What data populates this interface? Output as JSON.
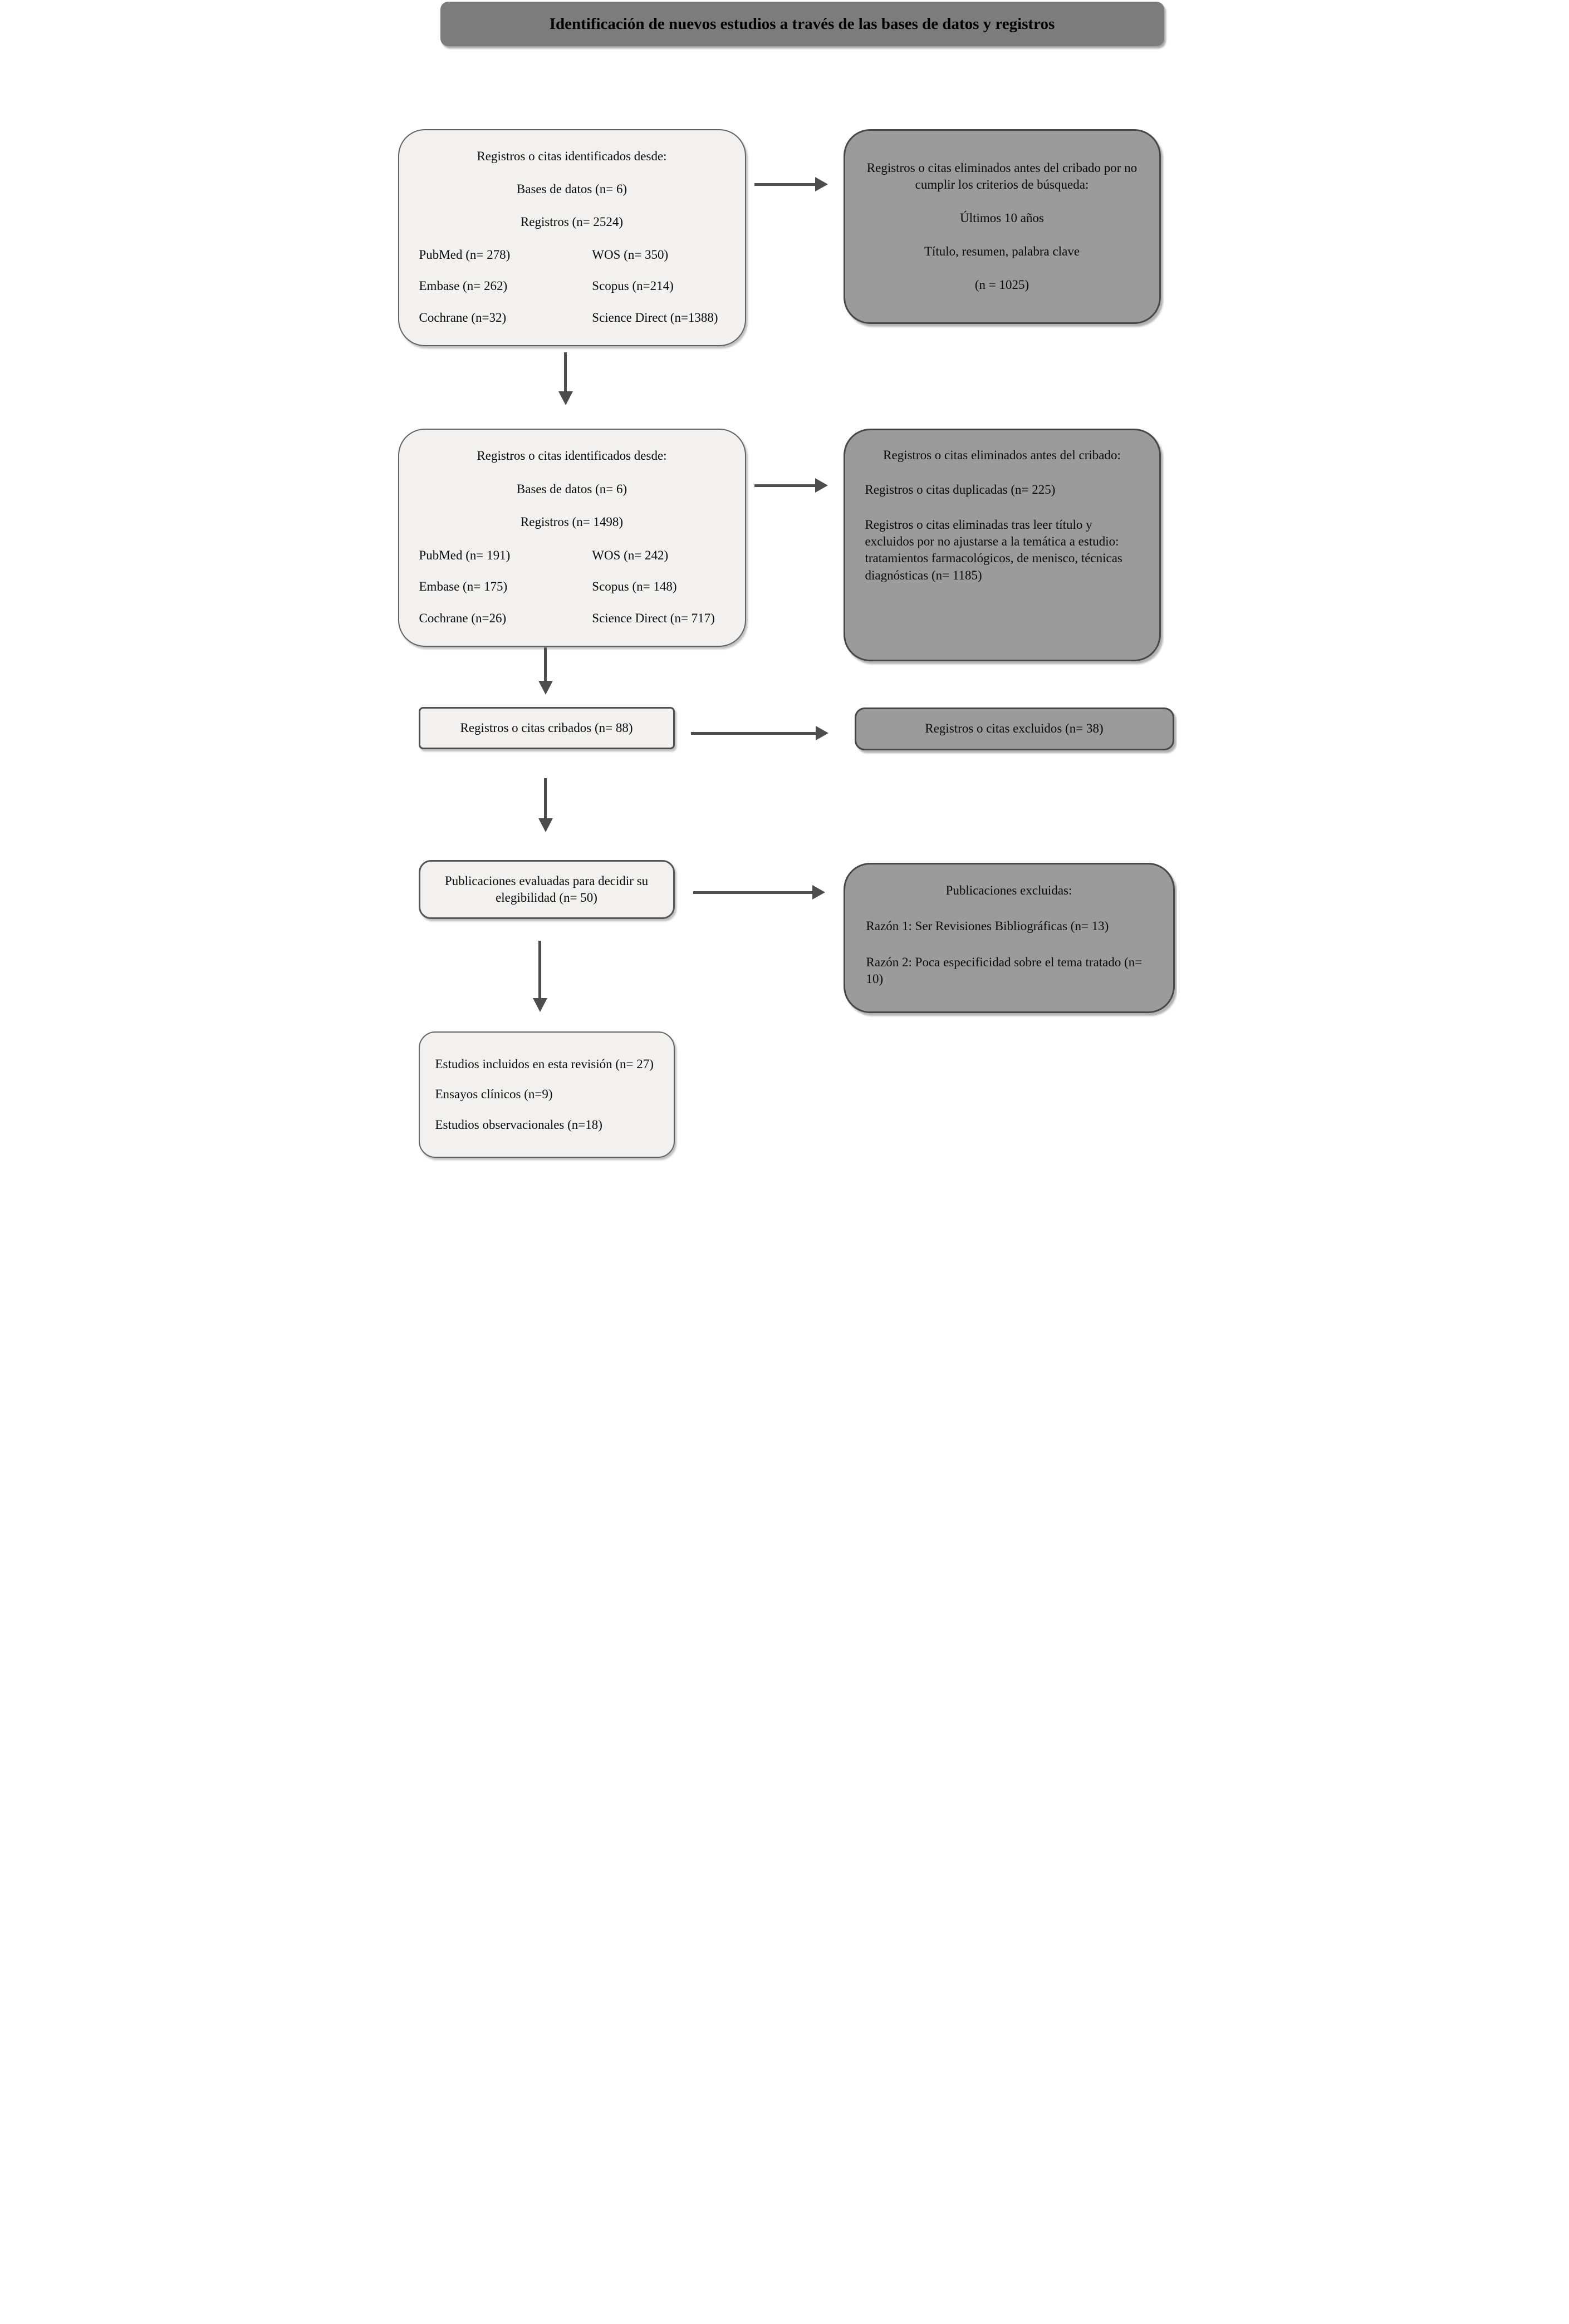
{
  "header": {
    "title": "Identificación de nuevos estudios a través de las bases de datos y registros"
  },
  "boxes": {
    "identified1": {
      "title": "Registros o citas identificados desde:",
      "databases": "Bases de datos (n= 6)",
      "records": "Registros (n= 2524)",
      "sources": [
        {
          "left": "PubMed (n= 278)",
          "right": "WOS (n= 350)"
        },
        {
          "left": "Embase (n= 262)",
          "right": "Scopus (n=214)"
        },
        {
          "left": "Cochrane (n=32)",
          "right": "Science Direct (n=1388)"
        }
      ]
    },
    "removed1": {
      "title": "Registros o citas eliminados antes del cribado por no cumplir los criterios de búsqueda:",
      "criterion1": "Últimos 10 años",
      "criterion2": "Título, resumen, palabra clave",
      "count": "(n = 1025)"
    },
    "identified2": {
      "title": "Registros o citas identificados desde:",
      "databases": "Bases de datos (n= 6)",
      "records": "Registros (n= 1498)",
      "sources": [
        {
          "left": "PubMed (n= 191)",
          "right": "WOS (n= 242)"
        },
        {
          "left": "Embase (n= 175)",
          "right": "Scopus (n= 148)"
        },
        {
          "left": "Cochrane (n=26)",
          "right": "Science Direct (n= 717)"
        }
      ]
    },
    "removed2": {
      "title": "Registros o citas eliminados antes del cribado:",
      "duplicates": "Registros o citas duplicadas (n= 225)",
      "excluded_reading": "Registros o citas eliminadas tras leer título y excluidos por no ajustarse a la temática a estudio:  tratamientos farmacológicos, de menisco, técnicas diagnósticas (n= 1185)"
    },
    "screened": {
      "text": "Registros o citas cribados (n= 88)"
    },
    "excluded": {
      "text": "Registros o citas excluidos (n= 38)"
    },
    "assessed": {
      "text": "Publicaciones evaluadas para decidir su elegibilidad (n= 50)"
    },
    "pub_excluded": {
      "title": "Publicaciones excluidas:",
      "reason1": "Razón 1: Ser Revisiones Bibliográficas (n= 13)",
      "reason2": "Razón 2: Poca especificidad sobre el tema tratado (n= 10)"
    },
    "included": {
      "line1": "Estudios incluidos en esta revisión (n= 27)",
      "line2": "Ensayos clínicos (n=9)",
      "line3": "Estudios observacionales (n=18)"
    }
  },
  "colors": {
    "light_box": "#f2f1ef",
    "gray_box": "#9c9b9b",
    "header_bar": "#7d7c7c",
    "arrow": "#4d4d4d"
  }
}
